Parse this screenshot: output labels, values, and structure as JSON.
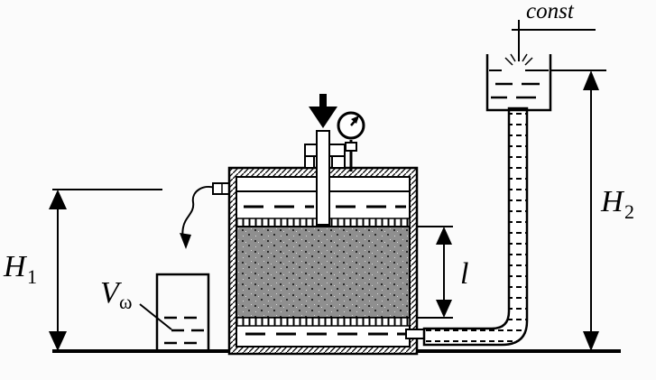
{
  "labels": {
    "const": "const",
    "H1_main": "H",
    "H1_sub": "1",
    "H2_main": "H",
    "H2_sub": "2",
    "V_main": "V",
    "V_sub": "ω",
    "l": "l"
  }
}
